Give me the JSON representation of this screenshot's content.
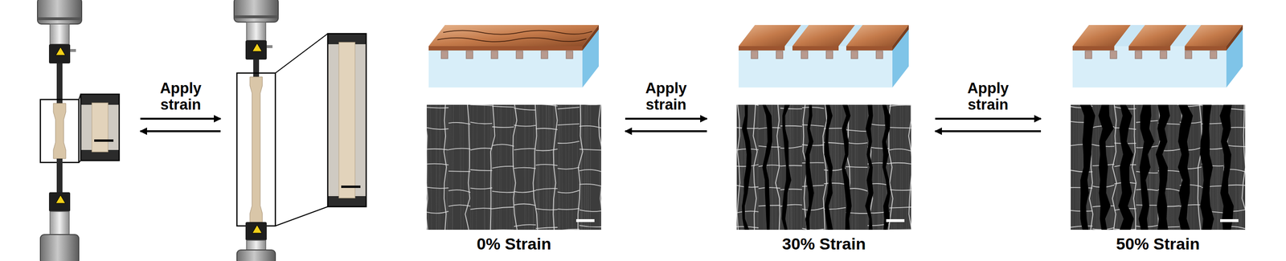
{
  "diagram": {
    "nodes": [
      {
        "text": [
          "0% Strain"
        ]
      },
      {
        "text": [
          "30% Strain"
        ]
      },
      {
        "text": [
          "50% Strain"
        ]
      }
    ],
    "edges": [
      {
        "from": 0,
        "to": 1,
        "arrow": "to",
        "label": "Apply strain"
      },
      {
        "from": 1,
        "to": 0,
        "arrow": "to"
      },
      {
        "from": 1,
        "to": 2,
        "arrow": "to",
        "label": "Apply strain"
      },
      {
        "from": 2,
        "to": 1,
        "arrow": "to"
      }
    ],
    "labels": [
      "Apply strain"
    ]
  }
}
